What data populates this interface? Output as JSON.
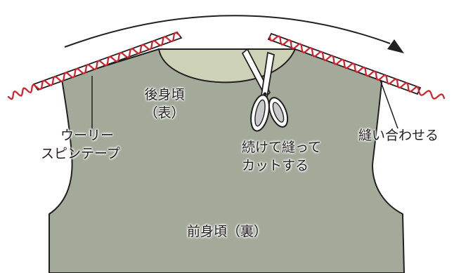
{
  "labels": {
    "back_body": "後身頃",
    "back_body_side": "（表）",
    "tape_line1": "ウーリー",
    "tape_line2": "スピンテープ",
    "continuous_line1": "続けて縫って",
    "continuous_line2": "カットする",
    "sew_together": "縫い合わせる",
    "front_body": "前身頃（裏）"
  },
  "colors": {
    "front_fabric": "#a3aa9a",
    "back_fabric": "#cdd1b6",
    "outline": "#231f20",
    "stitch": "#d71f2a",
    "scissor_blade": "#c7c9ca",
    "background": "#ffffff"
  },
  "icons": {
    "scissors": "scissors-icon",
    "arrow": "sewing-direction-arrow"
  }
}
